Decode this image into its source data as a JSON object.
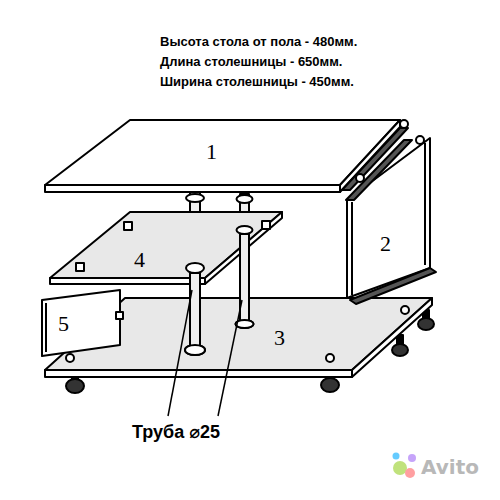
{
  "diagram": {
    "labels": [
      "Высота стола от пола - 480мм.",
      "Длина столешницы - 650мм.",
      "Ширина столешницы - 450мм.",
      "1",
      "2",
      "4",
      "5",
      "3",
      "Труба ⌀25",
      "Avito"
    ]
  }
}
